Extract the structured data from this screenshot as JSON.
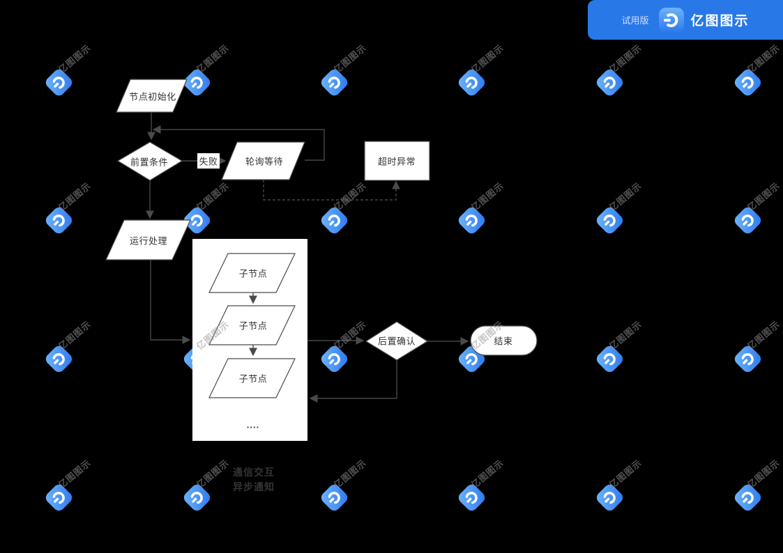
{
  "banner": {
    "trial_label": "试用版",
    "brand": "亿图图示"
  },
  "watermark": {
    "text": "亿图图示"
  },
  "diagram": {
    "nodes": {
      "init": "节点初始化",
      "precondition": "前置条件",
      "poll_wait": "轮询等待",
      "timeout": "超时异常",
      "run": "运行处理",
      "child1": "子节点",
      "child2": "子节点",
      "child3": "子节点",
      "ellipsis": "....",
      "postcheck": "后置确认",
      "end": "结束"
    },
    "edge_labels": {
      "fail": "失败"
    },
    "legend": {
      "line1": "通信交互",
      "line2": "异步通知"
    }
  },
  "colors": {
    "background": "#000000",
    "banner_blue": "#2878e8",
    "logo_blue_light": "#6cb3fb",
    "logo_blue_dark": "#2b77ee",
    "shape_fill": "#ffffff",
    "shape_border": "#4a4a4a",
    "connector": "#474747",
    "shape_text": "#333333"
  }
}
